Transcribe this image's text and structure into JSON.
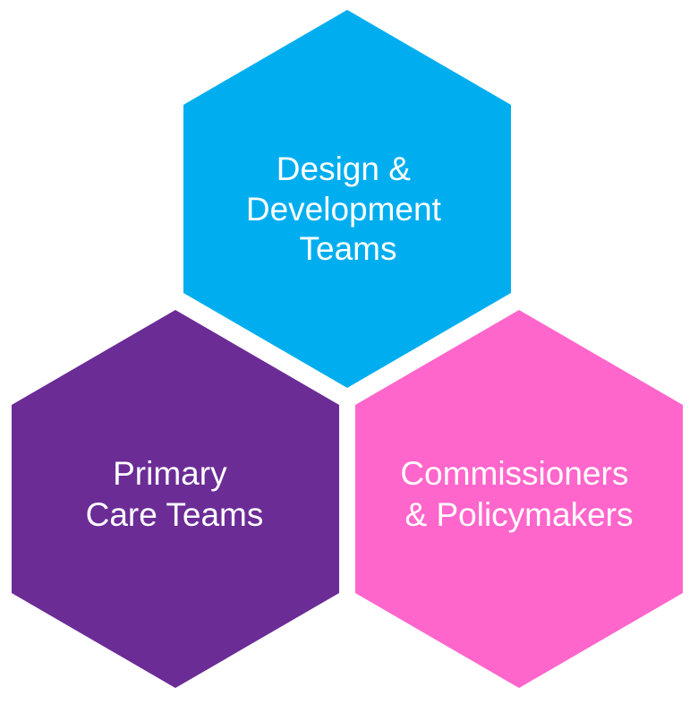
{
  "hexagons": [
    {
      "id": "design",
      "lines": [
        "Design &",
        "Development",
        "Teams"
      ],
      "color": "#00AEEF"
    },
    {
      "id": "primary",
      "lines": [
        "Primary",
        "Care Teams"
      ],
      "color": "#6B2C96"
    },
    {
      "id": "commissioners",
      "lines": [
        "Commissioners",
        "& Policymakers"
      ],
      "color": "#FF66CC"
    }
  ]
}
